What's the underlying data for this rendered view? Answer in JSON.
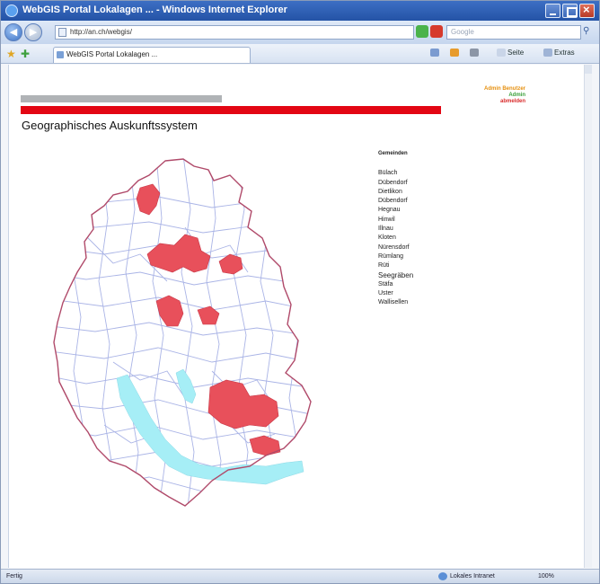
{
  "browser": {
    "window_title": "WebGIS Portal Lokalagen ... - Windows Internet Explorer",
    "url": "http://an.ch/webgis/",
    "search_placeholder": "Google",
    "tab_title": "WebGIS Portal Lokalagen ...",
    "commands": {
      "home": "",
      "page": "Seite",
      "tools": "Extras"
    }
  },
  "page": {
    "user_lines": [
      "Admin Benutzer",
      "Admin",
      "abmelden"
    ],
    "heading": "Geographisches Auskunftssystem"
  },
  "municipalities": {
    "heading": "Gemeinden",
    "items": [
      "Bülach",
      "Dübendorf",
      "Dietlikon",
      "Dübendorf",
      "Hegnau",
      "Hinwil",
      "Illnau",
      "Kloten",
      "Nürensdorf",
      "Rümlang",
      "Rüti",
      "Seegräben",
      "Stäfa",
      "Uster",
      "Wallisellen"
    ]
  },
  "status": {
    "left": "Fertig",
    "zone": "Lokales Intranet",
    "zoom": "100%"
  },
  "colors": {
    "highlight": "#e8505b",
    "boundary": "#aab4e6",
    "outline": "#b04a6a",
    "lake": "#a6eef6",
    "banner_red": "#e30613"
  }
}
